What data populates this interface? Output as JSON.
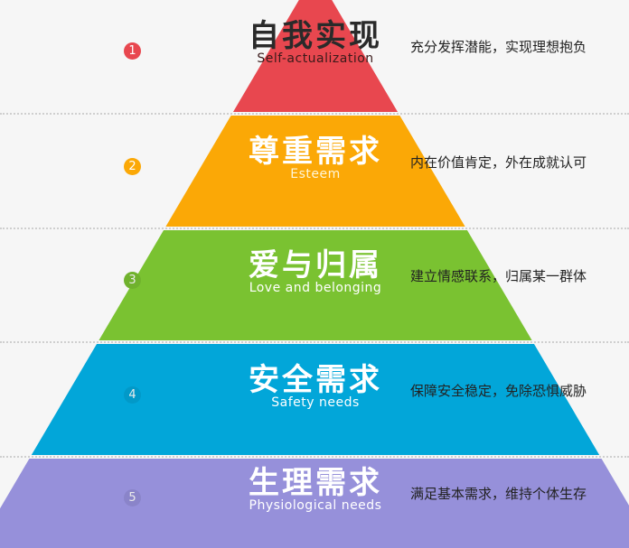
{
  "tiers": [
    {
      "number": "1",
      "title": "自我实现",
      "subtitle": "Self-actualization",
      "description": "充分发挥潜能，实现理想抱负",
      "color": "#e8474f",
      "title_color": "#2a2a2a",
      "subtitle_color": "#3a1a1a"
    },
    {
      "number": "2",
      "title": "尊重需求",
      "subtitle": "Esteem",
      "description": "内在价值肯定，外在成就认可",
      "color": "#fba806",
      "title_color": "#ffffff",
      "subtitle_color": "#fff6d8"
    },
    {
      "number": "3",
      "title": "爱与归属",
      "subtitle": "Love and belonging",
      "description": "建立情感联系，归属某一群体",
      "color": "#7ac231",
      "title_color": "#ffffff",
      "subtitle_color": "#ffffff"
    },
    {
      "number": "4",
      "title": "安全需求",
      "subtitle": "Safety needs",
      "description": "保障安全稳定，免除恐惧威胁",
      "color": "#02a6d9",
      "title_color": "#ffffff",
      "subtitle_color": "#ffffff"
    },
    {
      "number": "5",
      "title": "生理需求",
      "subtitle": "Physiological needs",
      "description": "满足基本需求，维持个体生存",
      "color": "#9690da",
      "title_color": "#ffffff",
      "subtitle_color": "#ffffff"
    }
  ]
}
